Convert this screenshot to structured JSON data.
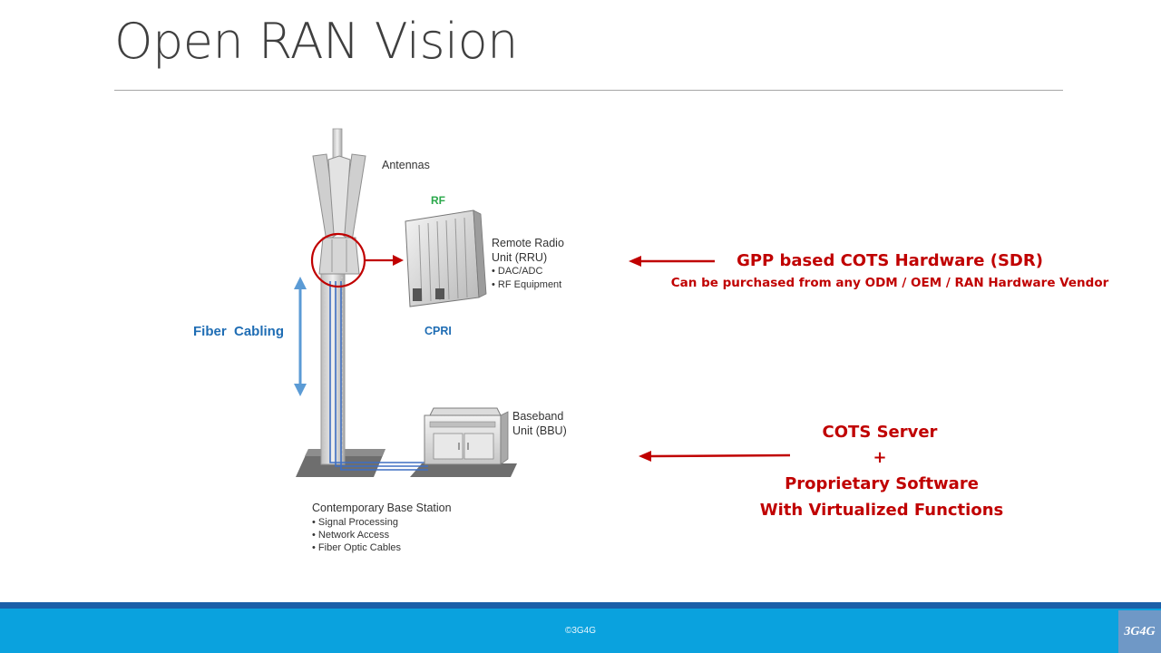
{
  "slide": {
    "title": "Open RAN Vision",
    "footer_copyright": "©3G4G",
    "footer_logo_text": "3G4G"
  },
  "diagram": {
    "antennas_label": "Antennas",
    "rf_label": "RF",
    "rru_title_line1": "Remote Radio",
    "rru_title_line2": "Unit (RRU)",
    "rru_bullets": [
      "DAC/ADC",
      "RF Equipment"
    ],
    "cpri_label": "CPRI",
    "fiber_label": "Fiber  Cabling",
    "bbu_title_line1": "Baseband",
    "bbu_title_line2": "Unit (BBU)",
    "station_title": "Contemporary Base Station",
    "station_bullets": [
      "Signal Processing",
      "Network Access",
      "Fiber Optic Cables"
    ]
  },
  "callouts": {
    "hardware_title": "GPP based COTS Hardware (SDR)",
    "hardware_subtitle": "Can be purchased from any ODM / OEM / RAN Hardware Vendor",
    "software_lines": [
      "COTS Server",
      "+",
      "Proprietary Software",
      "With Virtualized Functions"
    ]
  },
  "colors": {
    "accent_red": "#c00000",
    "rf_green": "#2aa84a",
    "label_blue": "#1f6db4",
    "fiber_blue": "#5b9bd5",
    "footer_blue": "#0aa2de",
    "footer_dark": "#1b5fa8"
  }
}
